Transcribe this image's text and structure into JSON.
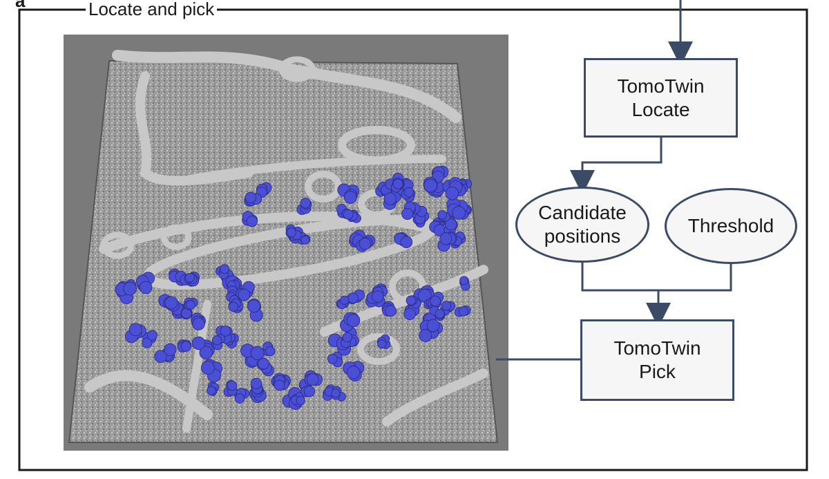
{
  "panel": {
    "letter": "a",
    "title": "Locate and pick"
  },
  "nodes": {
    "locate": "TomoTwin\nLocate",
    "candidates": "Candidate\npositions",
    "threshold": "Threshold",
    "pick": "TomoTwin\nPick"
  },
  "image": {
    "colors": {
      "background": "#7a7a7a",
      "tomogram": "#9a9a9a",
      "membrane": "#c2c2c2",
      "particles": "#4b4fd6"
    }
  }
}
